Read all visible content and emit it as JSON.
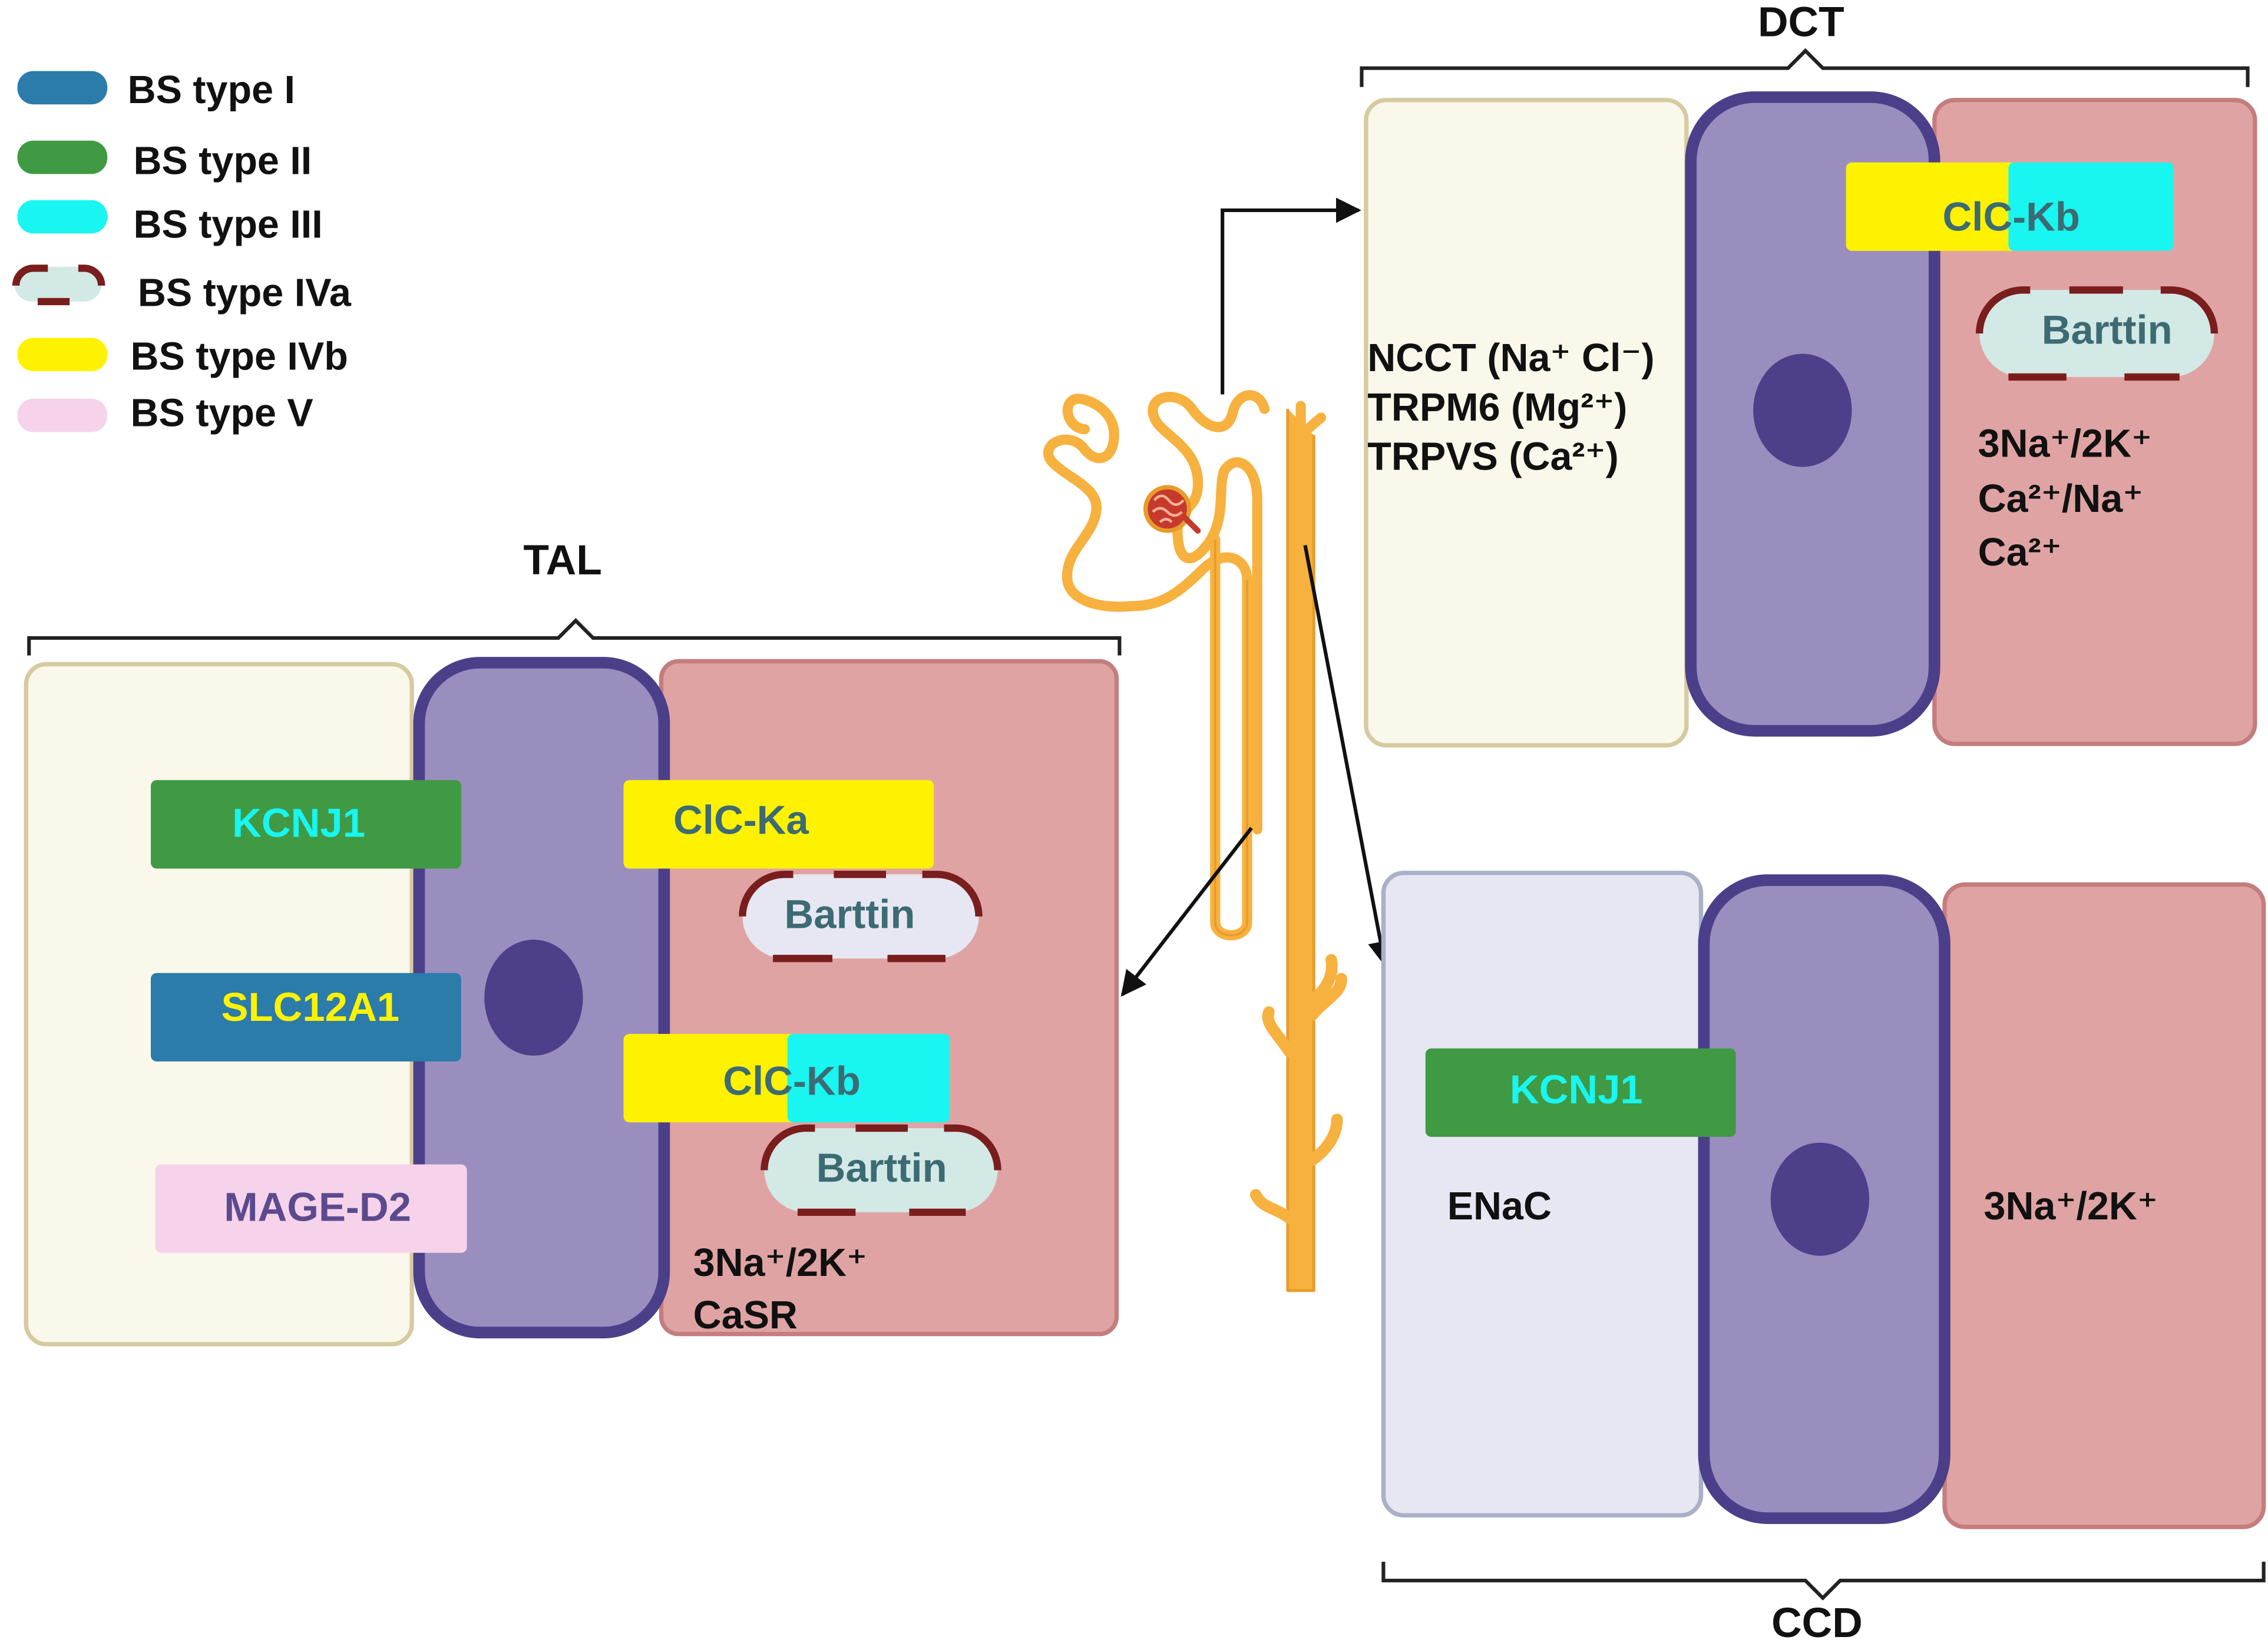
{
  "colors": {
    "bs_type_1": "#2b7bab",
    "bs_type_2": "#3f9a43",
    "bs_type_3": "#19f5f0",
    "bs_type_4a_fill": "#d3e9e5",
    "bs_type_4a_border": "#7a1d1d",
    "bs_type_4b": "#fff200",
    "bs_type_5": "#f6d3ea",
    "lumen_fill": "#faf8ea",
    "lumen_stroke": "#d6caa0",
    "cell_fill": "#9a8ebf",
    "cell_stroke": "#4c3f8a",
    "nucleus": "#4e3f8a",
    "interstitium_fill": "#e0a3a3",
    "interstitium_stroke": "#c47d7d",
    "ccd_lumen_fill": "#e6e7f2",
    "ccd_lumen_stroke": "#aab0c8",
    "nephron": "#f7b13f"
  },
  "legend": [
    {
      "key": "bs1",
      "label": "BS type I",
      "style": "solid",
      "color": "#2b7bab"
    },
    {
      "key": "bs2",
      "label": "BS type II",
      "style": "solid",
      "color": "#3f9a43"
    },
    {
      "key": "bs3",
      "label": "BS type III",
      "style": "solid",
      "color": "#19f5f0"
    },
    {
      "key": "bs4a",
      "label": "BS type IVa",
      "style": "dashed",
      "color": "#d3e9e5"
    },
    {
      "key": "bs4b",
      "label": "BS type IVb",
      "style": "solid",
      "color": "#fff200"
    },
    {
      "key": "bs5",
      "label": "BS type V",
      "style": "solid",
      "color": "#f6d3ea"
    }
  ],
  "tal": {
    "label": "TAL",
    "kcnj1": "KCNJ1",
    "slc12a1": "SLC12A1",
    "mage_d2": "MAGE-D2",
    "clc_ka": "ClC-Ka",
    "barttin_1": "Barttin",
    "clc_kb_part1": "ClC",
    "clc_kb_part2": "-Kb",
    "barttin_2": "Barttin",
    "transport_1": "3Na⁺/2K⁺",
    "transport_2": "CaSR"
  },
  "dct": {
    "label": "DCT",
    "clc_kb_part1": "ClC",
    "clc_kb_part2": "-Kb",
    "barttin": "Barttin",
    "ncct": "NCCT (Na⁺ Cl⁻)",
    "trpm6": "TRPM6 (Mg²⁺)",
    "trpv5": "TRPVS (Ca²⁺)",
    "basolateral_1": "3Na⁺/2K⁺",
    "basolateral_2": "Ca²⁺/Na⁺",
    "basolateral_3": "Ca²⁺"
  },
  "ccd": {
    "label": "CCD",
    "kcnj1": "KCNJ1",
    "enac": "ENaC",
    "basolateral": "3Na⁺/2K⁺"
  }
}
